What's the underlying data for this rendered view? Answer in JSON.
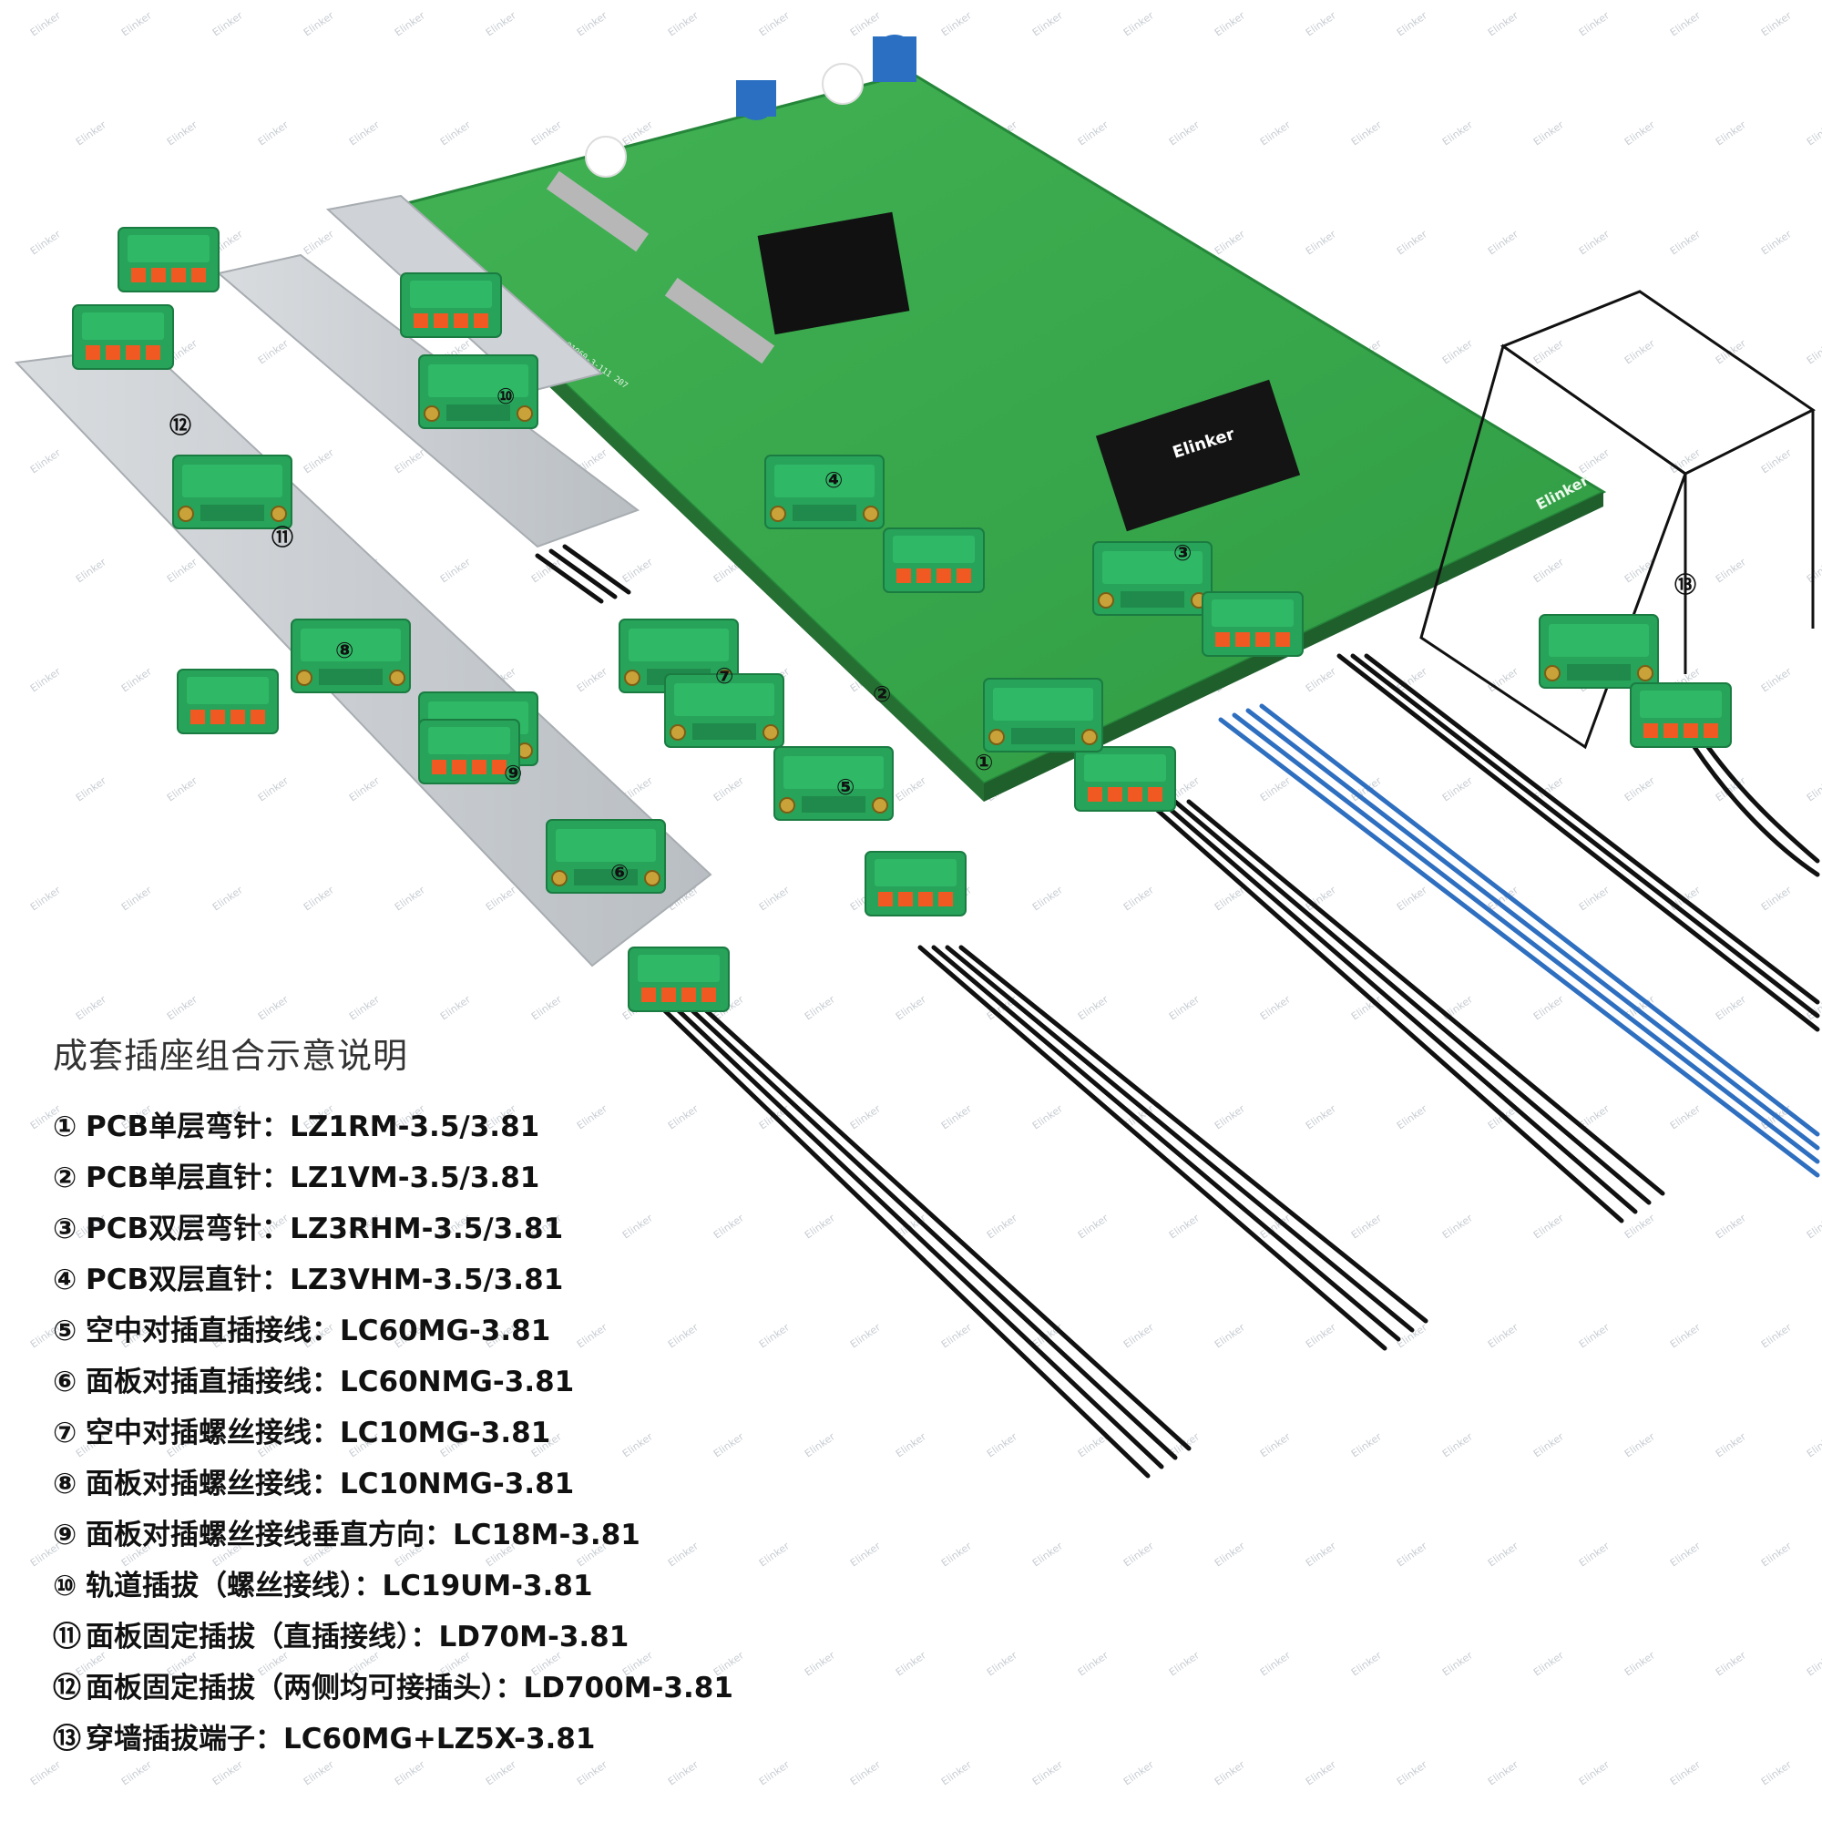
{
  "brand": {
    "name": "Elinker"
  },
  "board": {
    "silkscreen": "81960-3-111 207"
  },
  "callouts": [
    "①",
    "②",
    "③",
    "④",
    "⑤",
    "⑥",
    "⑦",
    "⑧",
    "⑨",
    "⑩",
    "⑪",
    "⑫",
    "⑬"
  ],
  "legend": {
    "title": "成套插座组合示意说明",
    "items": [
      {
        "num": "①",
        "text": "PCB单层弯针：LZ1RM-3.5/3.81"
      },
      {
        "num": "②",
        "text": "PCB单层直针：LZ1VM-3.5/3.81"
      },
      {
        "num": "③",
        "text": "PCB双层弯针：LZ3RHM-3.5/3.81"
      },
      {
        "num": "④",
        "text": "PCB双层直针：LZ3VHM-3.5/3.81"
      },
      {
        "num": "⑤",
        "text": "空中对插直插接线：LC60MG-3.81"
      },
      {
        "num": "⑥",
        "text": "面板对插直插接线：LC60NMG-3.81"
      },
      {
        "num": "⑦",
        "text": "空中对插螺丝接线：LC10MG-3.81"
      },
      {
        "num": "⑧",
        "text": "面板对插螺丝接线：LC10NMG-3.81"
      },
      {
        "num": "⑨",
        "text": "面板对插螺丝接线垂直方向：LC18M-3.81"
      },
      {
        "num": "⑩",
        "text": "轨道插拔（螺丝接线）：LC19UM-3.81"
      },
      {
        "num": "⑪",
        "text": "面板固定插拔（直插接线）：LD70M-3.81"
      },
      {
        "num": "⑫",
        "text": "面板固定插拔（两侧均可接插头）：LD700M-3.81"
      },
      {
        "num": "⑬",
        "text": "穿墙插拔端子：LC60MG+LZ5X-3.81"
      }
    ]
  },
  "colors": {
    "pcb": "#3aa84a",
    "connector": "#27a35a",
    "latch": "#f05a22",
    "wire_black": "#111111",
    "wire_blue": "#2f6fc0",
    "rail": "#c8ccd0"
  }
}
